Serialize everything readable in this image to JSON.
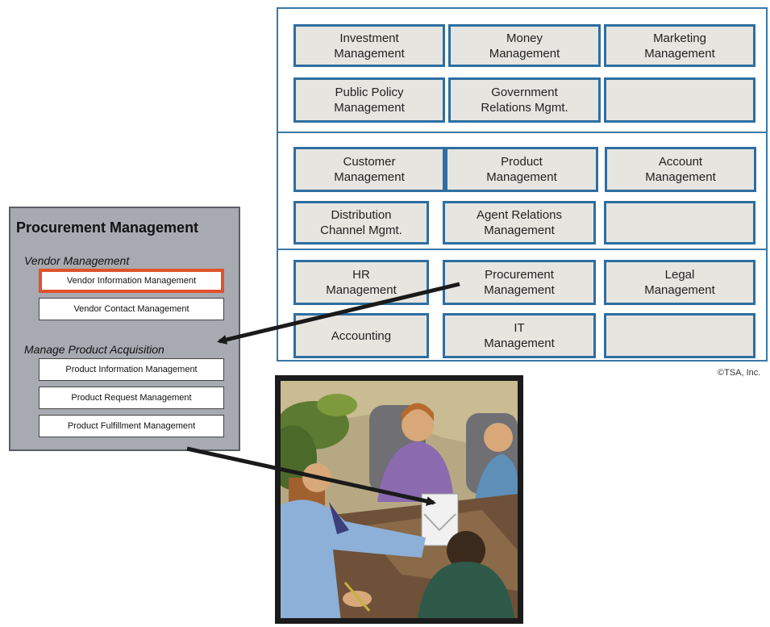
{
  "capability_map": {
    "bands": [
      {
        "rows": [
          [
            "Investment\nManagement",
            "Money\nManagement",
            "Marketing\nManagement"
          ],
          [
            "Public Policy\nManagement",
            "Government\nRelations Mgmt.",
            ""
          ]
        ]
      },
      {
        "rows": [
          [
            "Customer\nManagement",
            "Product\nManagement",
            "Account\nManagement"
          ],
          [
            "Distribution\nChannel Mgmt.",
            "Agent Relations\nManagement",
            ""
          ]
        ]
      },
      {
        "rows": [
          [
            "HR\nManagement",
            "Procurement\nManagement",
            "Legal\nManagement"
          ],
          [
            "Accounting",
            "IT\nManagement",
            ""
          ]
        ]
      }
    ],
    "copyright": "©TSA, Inc."
  },
  "procurement_panel": {
    "title": "Procurement Management",
    "sections": [
      {
        "label": "Vendor Management",
        "items": [
          {
            "label": "Vendor Information Management",
            "selected": true
          },
          {
            "label": "Vendor Contact Management",
            "selected": false
          }
        ]
      },
      {
        "label": "Manage Product Acquisition",
        "items": [
          {
            "label": "Product Information Management",
            "selected": false
          },
          {
            "label": "Product Request Management",
            "selected": false
          },
          {
            "label": "Product Fulfillment Management",
            "selected": false
          }
        ]
      }
    ]
  },
  "colors": {
    "cell_border": "#2e6ea1",
    "cell_fill": "#e6e5e0",
    "panel_fill": "#a8aab2",
    "selected_border": "#e0522a"
  },
  "illustration": {
    "icon": "business-meeting-clipart-icon"
  }
}
